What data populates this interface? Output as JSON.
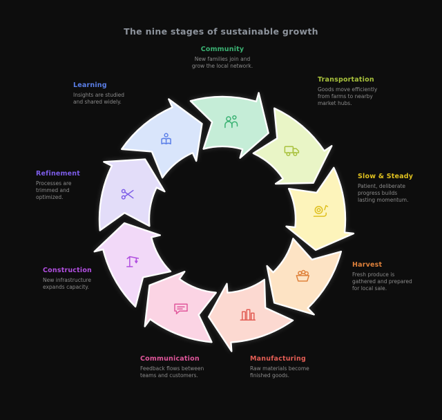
{
  "title": "The nine stages of sustainable growth",
  "background_color": "#0d0d0d",
  "title_color": "#8d939c",
  "body_text_color": "#8b8b8b",
  "segments": [
    {
      "name": "community",
      "icon": "people-icon",
      "fill": "#c5edd7",
      "accent": "#3bb273"
    },
    {
      "name": "transportation",
      "icon": "truck-icon",
      "fill": "#e9f5c6",
      "accent": "#a8c13c"
    },
    {
      "name": "slow-and-steady",
      "icon": "snail-icon",
      "fill": "#fdf4bb",
      "accent": "#dfc01f"
    },
    {
      "name": "harvest",
      "icon": "basket-icon",
      "fill": "#fde3c4",
      "accent": "#df813b"
    },
    {
      "name": "manufacturing",
      "icon": "factory-icon",
      "fill": "#fcd9d1",
      "accent": "#e25d54"
    },
    {
      "name": "communication",
      "icon": "chat-icon",
      "fill": "#fbd4e4",
      "accent": "#e0569b"
    },
    {
      "name": "construction",
      "icon": "crane-icon",
      "fill": "#f2d9f8",
      "accent": "#b14fe0"
    },
    {
      "name": "refinement",
      "icon": "scissors-icon",
      "fill": "#e3ddf9",
      "accent": "#7c5ce8"
    },
    {
      "name": "learning",
      "icon": "reader-icon",
      "fill": "#d9e5fb",
      "accent": "#5b7fe8"
    }
  ],
  "labels": [
    {
      "heading": "Community",
      "body": "New families join and\ngrow the local network.",
      "color": "#3bb273"
    },
    {
      "heading": "Transportation",
      "body": "Goods move efficiently\nfrom farms to nearby\nmarket hubs.",
      "color": "#a8c13c"
    },
    {
      "heading": "Slow & Steady",
      "body": "Patient, deliberate\nprogress builds\nlasting momentum.",
      "color": "#dfc01f"
    },
    {
      "heading": "Harvest",
      "body": "Fresh produce is\ngathered and prepared\nfor local sale.",
      "color": "#df813b"
    },
    {
      "heading": "Manufacturing",
      "body": "Raw materials become\nfinished goods.",
      "color": "#e25d54"
    },
    {
      "heading": "Communication",
      "body": "Feedback flows between\nteams and customers.",
      "color": "#e0569b"
    },
    {
      "heading": "Construction",
      "body": "New infrastructure\nexpands capacity.",
      "color": "#b14fe0"
    },
    {
      "heading": "Refinement",
      "body": "Processes are\ntrimmed and\noptimized.",
      "color": "#7c5ce8"
    },
    {
      "heading": "Learning",
      "body": "Insights are studied\nand shared widely.",
      "color": "#5b7fe8"
    }
  ]
}
